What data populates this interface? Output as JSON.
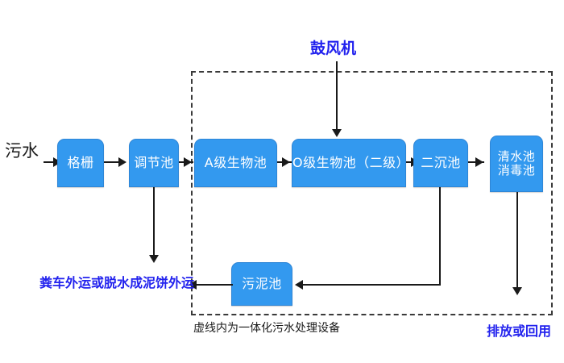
{
  "diagram": {
    "title_note": "虚线内为一体化污水处理设备",
    "inlet_label": "污水",
    "blower_label": "鼓风机",
    "sludge_disposal_label": "粪车外运或脱水成泥饼外运",
    "outlet_label": "排放或回用",
    "colors": {
      "box_fill": "#3399ef",
      "box_border": "#2f86d6",
      "box_text": "#ffffff",
      "connector": "#1a1a1a",
      "blue_text": "#2222ee",
      "black_text": "#1a1a1a",
      "dashed_border": "#3a3a3a"
    },
    "nodes": [
      {
        "id": "grille",
        "label": "格栅"
      },
      {
        "id": "regulating",
        "label": "调节池"
      },
      {
        "id": "a_stage",
        "label": "A级生物池"
      },
      {
        "id": "o_stage",
        "label": "O级生物池（二级）"
      },
      {
        "id": "secondary",
        "label": "二沉池"
      },
      {
        "id": "clearwater",
        "label": "清水池\n消毒池"
      },
      {
        "id": "sludge",
        "label": "污泥池"
      }
    ]
  }
}
